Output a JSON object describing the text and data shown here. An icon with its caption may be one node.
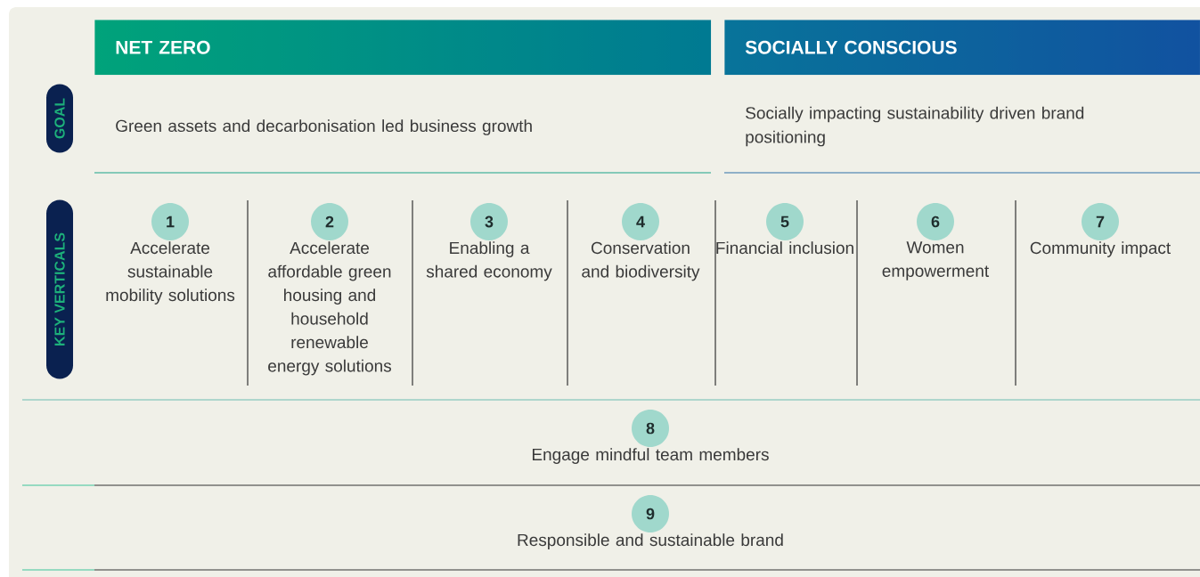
{
  "diagram": {
    "nodes": [
      {
        "text": [
          "NET ZERO"
        ]
      },
      {
        "text": [
          "SOCIALLY CONSCIOUS"
        ]
      },
      {
        "text": [
          "GOAL"
        ]
      },
      {
        "text": [
          "KEY VERTICALS"
        ]
      },
      {
        "text": [
          "1"
        ],
        "beside": [
          "Accelerate sustainable mobility solutions"
        ]
      },
      {
        "text": [
          "2"
        ],
        "beside": [
          "Accelerate affordable green housing and household renewable energy solutions"
        ]
      },
      {
        "text": [
          "3"
        ],
        "beside": [
          "Enabling a shared economy"
        ]
      },
      {
        "text": [
          "4"
        ],
        "beside": [
          "Conservation and biodiversity"
        ]
      },
      {
        "text": [
          "5"
        ],
        "beside": [
          "Financial inclusion"
        ]
      },
      {
        "text": [
          "6"
        ],
        "beside": [
          "Women empowerment"
        ]
      },
      {
        "text": [
          "7"
        ],
        "beside": [
          "Community impact"
        ]
      },
      {
        "text": [
          "8"
        ],
        "beside": [
          "Engage mindful team members"
        ]
      },
      {
        "text": [
          "9"
        ],
        "beside": [
          "Responsible and sustainable brand"
        ]
      }
    ],
    "labels": [
      "Green assets and decarbonisation led business growth",
      "Socially impacting sustainability driven brand positioning"
    ]
  }
}
